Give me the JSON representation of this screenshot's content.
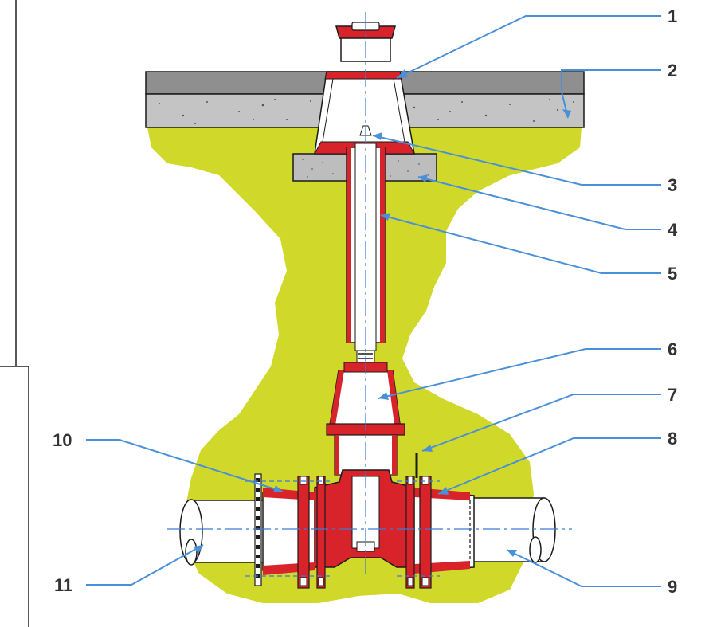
{
  "diagram": {
    "callouts": [
      {
        "id": "1",
        "label": "1"
      },
      {
        "id": "2",
        "label": "2"
      },
      {
        "id": "3",
        "label": "3"
      },
      {
        "id": "4",
        "label": "4"
      },
      {
        "id": "5",
        "label": "5"
      },
      {
        "id": "6",
        "label": "6"
      },
      {
        "id": "7",
        "label": "7"
      },
      {
        "id": "8",
        "label": "8"
      },
      {
        "id": "9",
        "label": "9"
      },
      {
        "id": "10",
        "label": "10"
      },
      {
        "id": "11",
        "label": "11"
      }
    ],
    "colors": {
      "soil": "#d0d829",
      "asphalt": "#8f8f8f",
      "concrete": "#c4c4c4",
      "valve_red": "#d8232a",
      "pipe_white": "#ffffff",
      "leader_blue": "#4a90d9",
      "outline": "#1a1a1a",
      "centerline": "#3a7bd5"
    }
  }
}
